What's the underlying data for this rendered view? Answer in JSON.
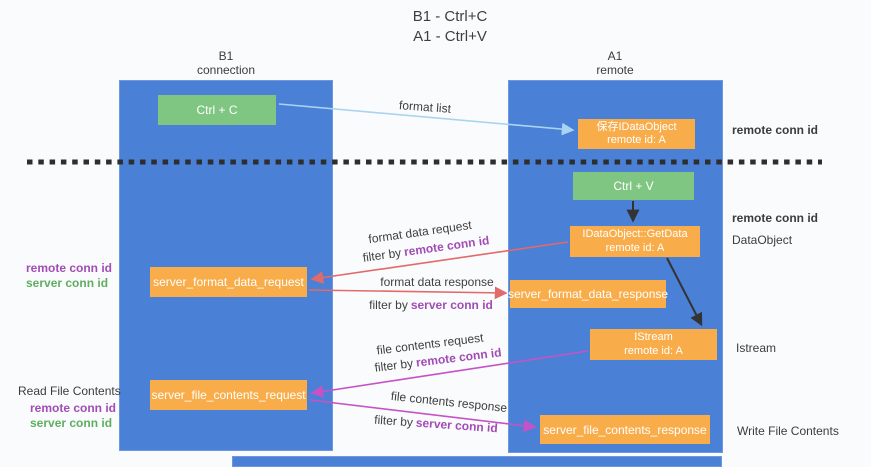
{
  "title": {
    "line1": "B1 - Ctrl+C",
    "line2": "A1 - Ctrl+V"
  },
  "lifelines": {
    "left": {
      "name": "B1",
      "role": "connection"
    },
    "right": {
      "name": "A1",
      "role": "remote"
    }
  },
  "boxes": {
    "ctrl_c": {
      "label": "Ctrl + C"
    },
    "ctrl_v": {
      "label": "Ctrl + V"
    },
    "save_dataobject": {
      "line1": "保存IDataObject",
      "line2": "remote id: A"
    },
    "getdata": {
      "line1": "IDataObject::GetData",
      "line2": "remote id: A"
    },
    "istream": {
      "line1": "IStream",
      "line2": "remote id: A"
    },
    "server_format_data_request": {
      "label": "server_format_data_request"
    },
    "server_format_data_response": {
      "label": "server_format_data_response"
    },
    "server_file_contents_request": {
      "label": "server_file_contents_request"
    },
    "server_file_contents_response": {
      "label": "server_file_contents_response"
    }
  },
  "arrows": {
    "format_list": {
      "label": "format list"
    },
    "format_data_request": {
      "label": "format data request",
      "filter_prefix": "filter by",
      "filter_key": "remote conn id"
    },
    "format_data_response": {
      "label": "format data response",
      "filter_prefix": "filter by",
      "filter_key": "server conn id"
    },
    "file_contents_request": {
      "label": "file contents request",
      "filter_prefix": "filter by",
      "filter_key": "remote conn id"
    },
    "file_contents_response": {
      "label": "file contents response",
      "filter_prefix": "filter by",
      "filter_key": "server conn id"
    }
  },
  "side_labels": {
    "left_remote_conn_id": "remote conn id",
    "left_server_conn_id": "server conn id",
    "left_read_file_contents": "Read File Contents",
    "left_bottom_remote_conn_id": "remote conn id",
    "left_bottom_server_conn_id": "server conn id",
    "right_top_remote_conn_id": "remote conn id",
    "right_mid_remote_conn_id": "remote conn id",
    "right_dataobject": "DataObject",
    "right_istream": "Istream",
    "right_write_file_contents": "Write File Contents"
  },
  "colors": {
    "lifeline_blue": "#4a80d5",
    "box_orange": "#f8ad4a",
    "box_green": "#80c683",
    "arrow_light_blue": "#a9d4f1",
    "arrow_red": "#e26a6a",
    "arrow_magenta": "#c653c6",
    "arrow_black": "#333333",
    "divider_black": "#2e2e2e",
    "conn_id_purple": "#a24cb5",
    "conn_id_green": "#5fae60"
  }
}
